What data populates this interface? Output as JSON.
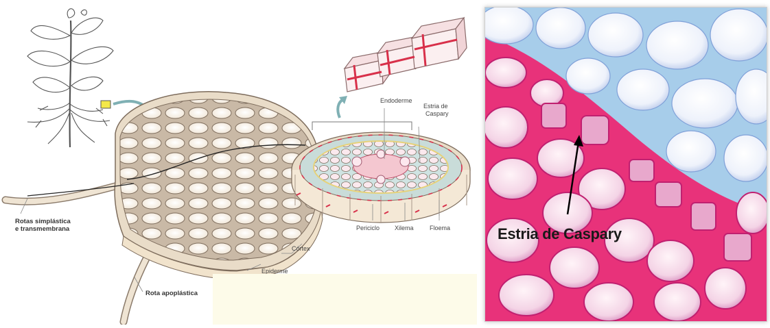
{
  "diagram": {
    "labels": {
      "rotas_simplastica_line1": "Rotas simplástica",
      "rotas_simplastica_line2": "e transmembrana",
      "rota_apoplastica": "Rota apoplástica",
      "cortex": "Córtex",
      "epiderme": "Epiderme",
      "endoderme": "Endoderme",
      "estria_line1": "Estria de",
      "estria_line2": "Caspary",
      "periciclo": "Periciclo",
      "xilema": "Xilema",
      "floema": "Floema"
    }
  },
  "micrograph": {
    "label": "Estria de Caspary"
  },
  "colors": {
    "cell_wall": "#8a7a6a",
    "cell_fill": "#f6ede2",
    "endoderm_red": "#d8304a",
    "micro_pink": "#e8327a",
    "micro_blue": "#5a8ec8"
  }
}
